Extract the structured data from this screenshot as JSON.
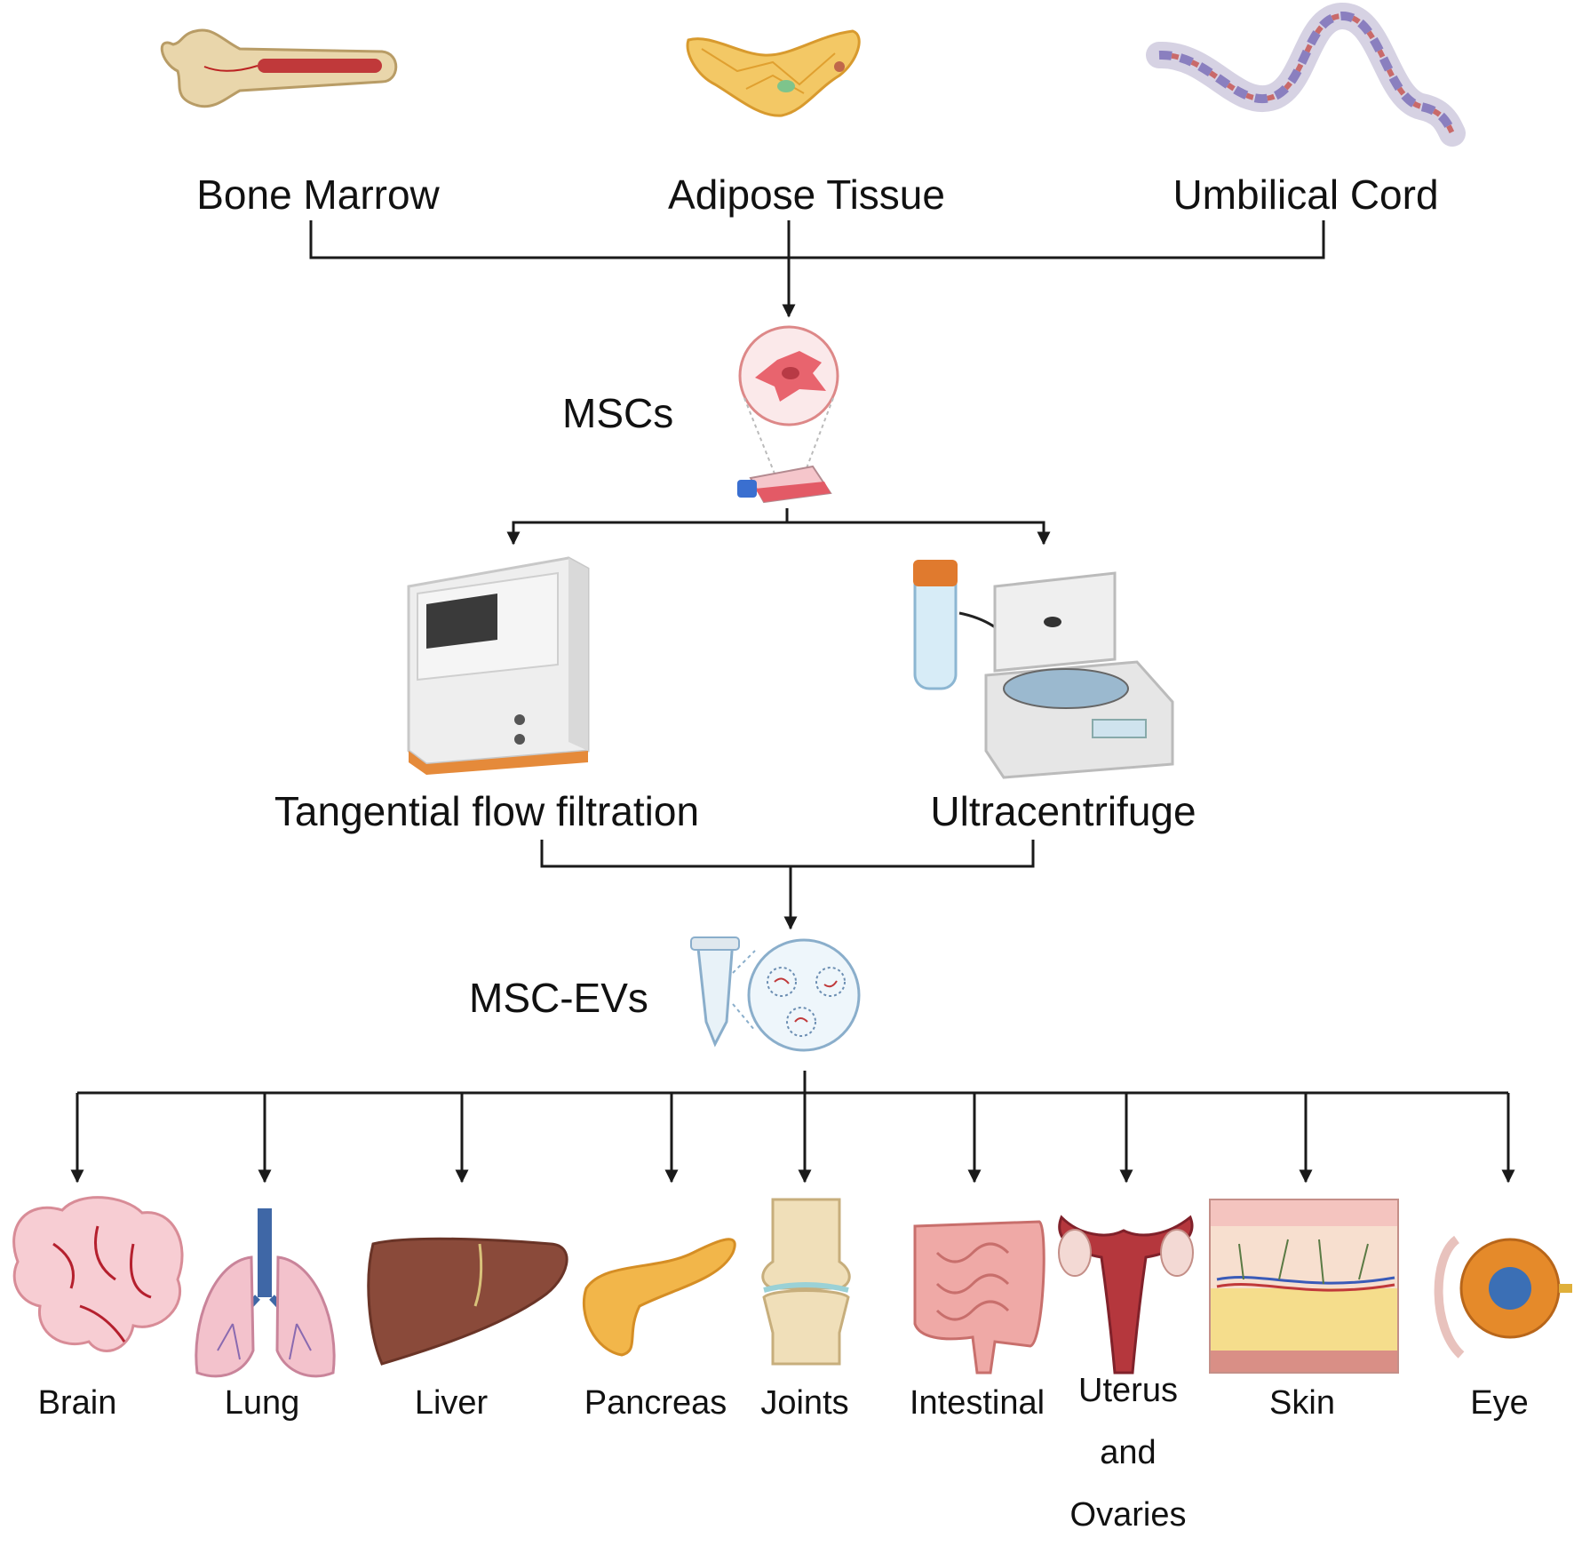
{
  "sources": [
    {
      "label": "Bone Marrow",
      "icon": "bone-marrow-icon"
    },
    {
      "label": "Adipose Tissue",
      "icon": "adipose-tissue-icon"
    },
    {
      "label": "Umbilical Cord",
      "icon": "umbilical-cord-icon"
    }
  ],
  "msc": {
    "label": "MSCs",
    "icon": "msc-cell-flask-icon"
  },
  "methods": [
    {
      "label": "Tangential flow filtration",
      "icon": "tff-machine-icon"
    },
    {
      "label": "Ultracentrifuge",
      "icon": "ultracentrifuge-icon"
    }
  ],
  "ev": {
    "label": "MSC-EVs",
    "icon": "ev-tube-icon"
  },
  "organs": [
    {
      "label": "Brain",
      "icon": "brain-icon"
    },
    {
      "label": "Lung",
      "icon": "lung-icon"
    },
    {
      "label": "Liver",
      "icon": "liver-icon"
    },
    {
      "label": "Pancreas",
      "icon": "pancreas-icon"
    },
    {
      "label": "Joints",
      "icon": "joint-icon"
    },
    {
      "label": "Intestinal",
      "icon": "intestine-icon"
    },
    {
      "label": "Uterus and Ovaries",
      "label_lines": [
        "Uterus",
        "and",
        "Ovaries"
      ],
      "icon": "uterus-icon"
    },
    {
      "label": "Skin",
      "icon": "skin-icon"
    },
    {
      "label": "Eye",
      "icon": "eye-icon"
    }
  ],
  "colors": {
    "line": "#1a1a1a",
    "cell": "#e8646e",
    "bone": "#e6d2a6",
    "fat": "#f2c75c",
    "liver": "#8a4a3a"
  }
}
